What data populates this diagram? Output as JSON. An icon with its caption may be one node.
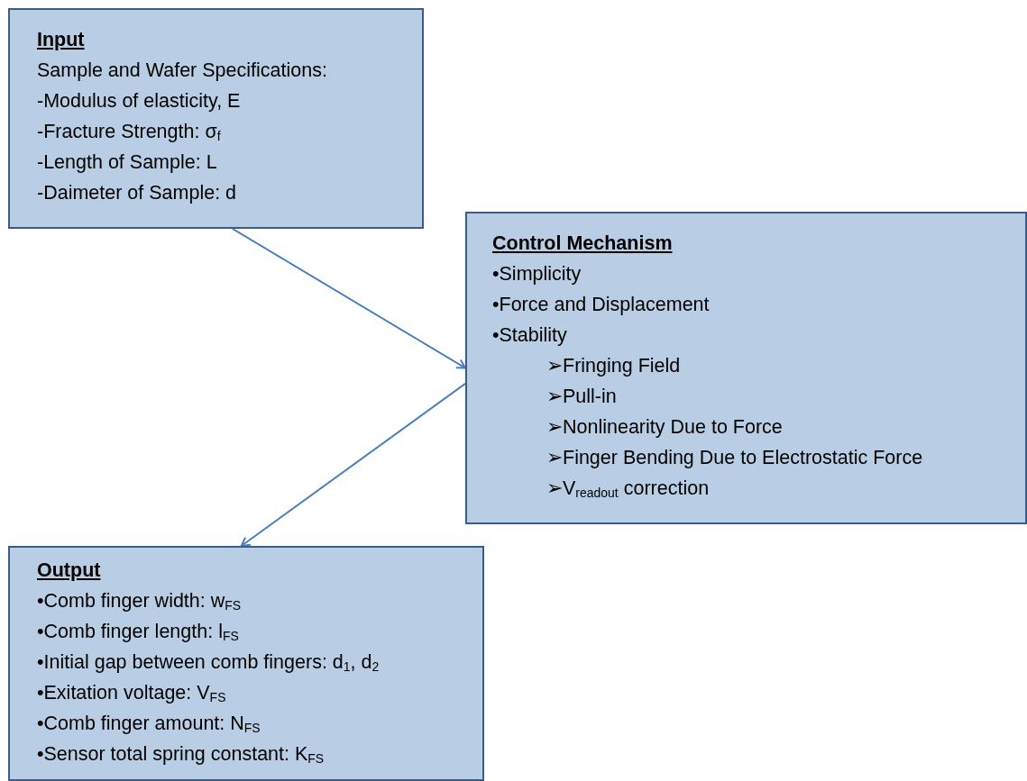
{
  "diagram": {
    "nodes": [
      {
        "text": [
          "Input",
          "Sample and Wafer Specifications:",
          "-Modulus of elasticity, E",
          "-Fracture Strength: σ$_{f}$",
          "-Length of Sample: L",
          "-Daimeter of Sample: d"
        ]
      },
      {
        "text": [
          "Control Mechanism",
          "•Simplicity",
          "•Force and Displacement",
          "•Stability",
          "➢Fringing Field",
          "➢Pull-in",
          "➢Nonlinearity Due to Force",
          "➢Finger Bending Due to Electrostatic Force",
          "➢V$_{readout}$ correction"
        ]
      },
      {
        "text": [
          "Output",
          "•Comb finger width: w$_{FS}$",
          "•Comb finger length: l$_{FS}$",
          "•Initial gap between comb fingers: d$_{1}$, d$_{2}$",
          "•Exitation voltage: V$_{FS}$",
          "•Comb finger amount: N$_{FS}$",
          "•Sensor total spring constant: K$_{FS}$"
        ]
      }
    ],
    "edges": [
      {
        "from": 0,
        "to": 1,
        "arrow": "to"
      },
      {
        "from": 1,
        "to": 2,
        "arrow": "to"
      }
    ]
  }
}
